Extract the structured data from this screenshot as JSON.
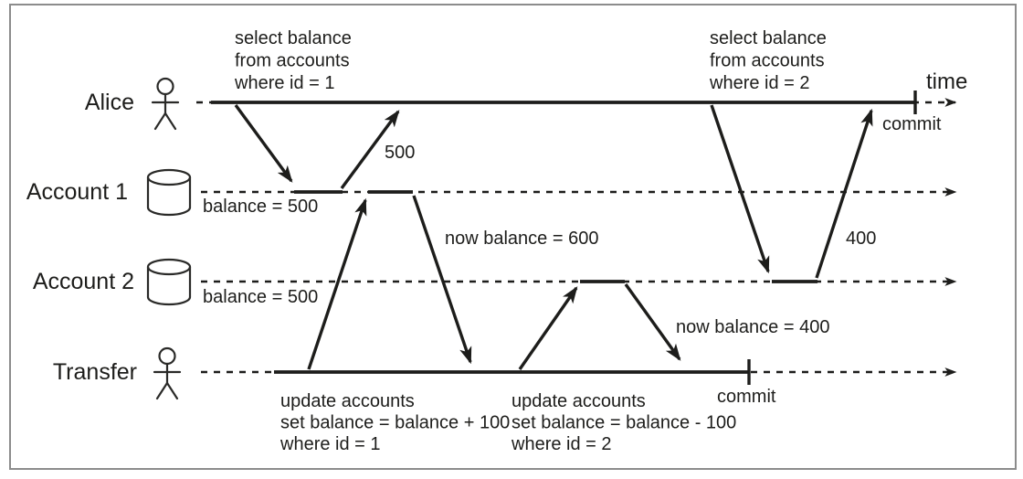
{
  "colors": {
    "ink": "#1d1d1b",
    "frame": "#8c8c8c",
    "background": "#ffffff"
  },
  "lanes": [
    {
      "label": "Alice",
      "icon": "person-icon"
    },
    {
      "label": "Account 1",
      "icon": "database-icon"
    },
    {
      "label": "Account 2",
      "icon": "database-icon"
    },
    {
      "label": "Transfer",
      "icon": "person-icon"
    }
  ],
  "time_axis": {
    "label": "time"
  },
  "events": {
    "query1": {
      "lines": [
        "select balance",
        "from accounts",
        "where id = 1"
      ]
    },
    "query2": {
      "lines": [
        "select balance",
        "from accounts",
        "where id = 2"
      ]
    },
    "update1": {
      "lines": [
        "update accounts",
        "set balance = balance + 100",
        "where id = 1"
      ]
    },
    "update2": {
      "lines": [
        "update accounts",
        "set balance = balance - 100",
        "where id = 2"
      ]
    },
    "account1_initial": "balance = 500",
    "account2_initial": "balance = 500",
    "account1_after": "now balance = 600",
    "account2_after": "now balance = 400",
    "query1_result": "500",
    "query2_result": "400",
    "alice_commit": "commit",
    "transfer_commit": "commit"
  }
}
